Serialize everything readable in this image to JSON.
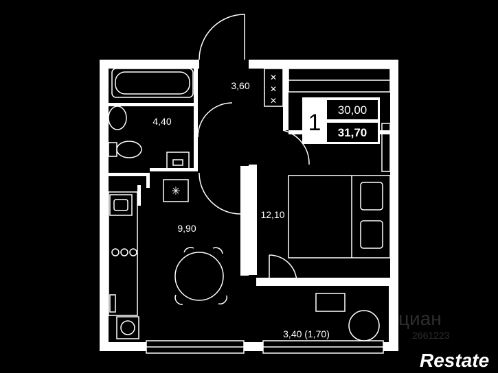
{
  "rooms": {
    "hall_area": "3,60",
    "bathroom_area": "4,40",
    "kitchen_area": "9,90",
    "bedroom_area": "12,10",
    "balcony_area": "3,40 (1,70)"
  },
  "badge": {
    "room_count": "1",
    "living_area": "30,00",
    "total_area": "31,70"
  },
  "watermark": {
    "brand": "циан",
    "listing_id": "2661223"
  },
  "logo": {
    "text": "Restate"
  },
  "colors": {
    "background": "#000000",
    "walls": "#ffffff",
    "badge_fill": "#ffffff"
  }
}
